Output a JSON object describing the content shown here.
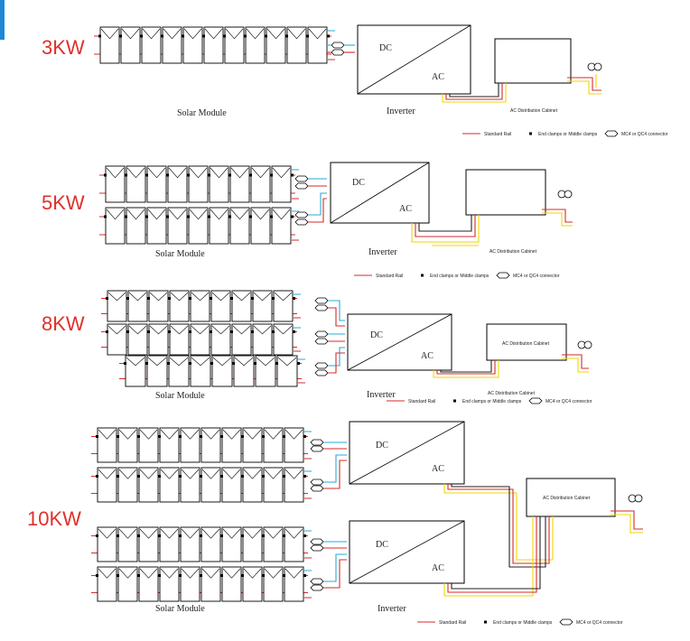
{
  "colors": {
    "accent": "#1e88d6",
    "kw_label": "#e0302a",
    "rail": "#d62b2b",
    "positive": "#d62b2b",
    "negative": "#2aa9d6",
    "ac_yellow": "#f2d400",
    "ac_red": "#d62b2b",
    "ac_black": "#222222"
  },
  "legend": {
    "rail": "Standard Rail",
    "clamp": "End clamps or Middle clamps",
    "connector": "MC4 or QC4 connector"
  },
  "systems": [
    {
      "power": "3KW",
      "module_label": "Solar Module",
      "inverter_label": "Inverter",
      "dc": "DC",
      "ac": "AC",
      "cabinet_label": "AC Distribution Cabinet"
    },
    {
      "power": "5KW",
      "module_label": "Solar Module",
      "inverter_label": "Inverter",
      "dc": "DC",
      "ac": "AC",
      "cabinet_label": "AC Distribution Cabinet"
    },
    {
      "power": "8KW",
      "module_label": "Solar Module",
      "inverter_label": "Inverter",
      "dc": "DC",
      "ac": "AC",
      "cabinet_label": "AC Distribution Cabinet",
      "cabinet_inner": "AC Distribution Cabinet"
    },
    {
      "power": "10KW",
      "module_label": "Solar Module",
      "inverter_label": "Inverter",
      "dc": "DC",
      "ac": "AC",
      "cabinet_inner": "AC Distribution Cabinet"
    }
  ]
}
